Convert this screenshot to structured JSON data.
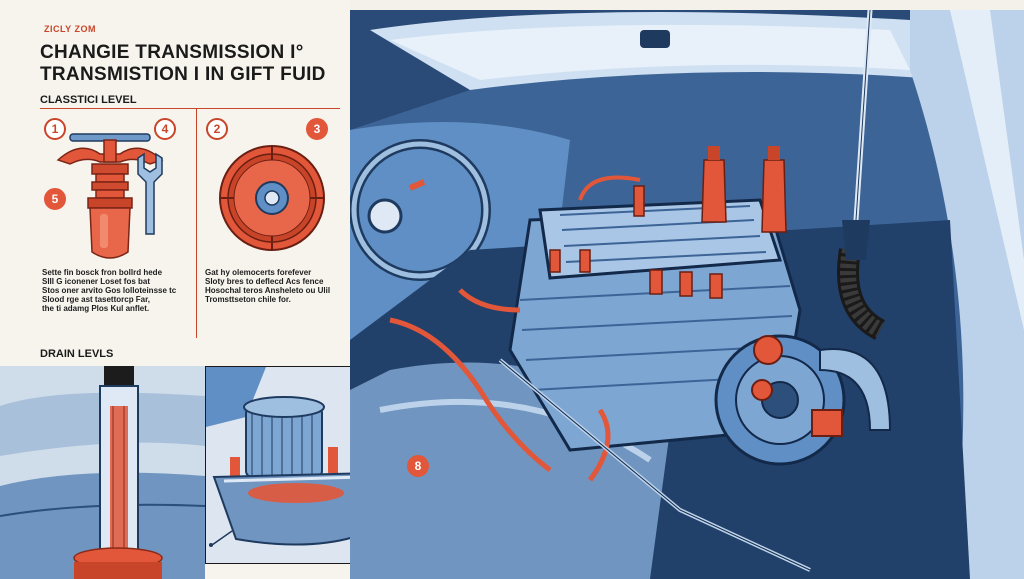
{
  "header": {
    "brand": "ZICLY ZOM",
    "title_line1": "CHANGIE TRANSMISSION I°",
    "title_line2": "TRANSMISTION I IN GIFT FUID",
    "subtitle": "CLASSTICI LEVEL"
  },
  "steps": {
    "badge_1": "1",
    "badge_4": "4",
    "badge_5": "5",
    "badge_2": "2",
    "badge_3": "3",
    "caption_left": [
      "Sette fin bosck fron bollrd hede",
      "SIII G iconener Loset fos bat",
      "Stos oner arvito Gos lolloteinsse tc",
      "Slood rge ast tasettorcp Far,",
      "the ti adamg Plos Kul anflet."
    ],
    "caption_right": [
      "Gat hy olemocerts forefever",
      "Sloty bres to deflecd Acs fence",
      "Hosochal teros Ansheleto ou Ulil",
      "Tromsttseton chile for."
    ]
  },
  "drain": {
    "title": "DRAIN LEVLS",
    "badge_8": "8"
  },
  "colors": {
    "accent": "#e2563a",
    "accent_dark": "#c8452a",
    "steel_blue": "#5f8fc4",
    "navy": "#1f3a5f",
    "paper": "#f7f4ee"
  }
}
